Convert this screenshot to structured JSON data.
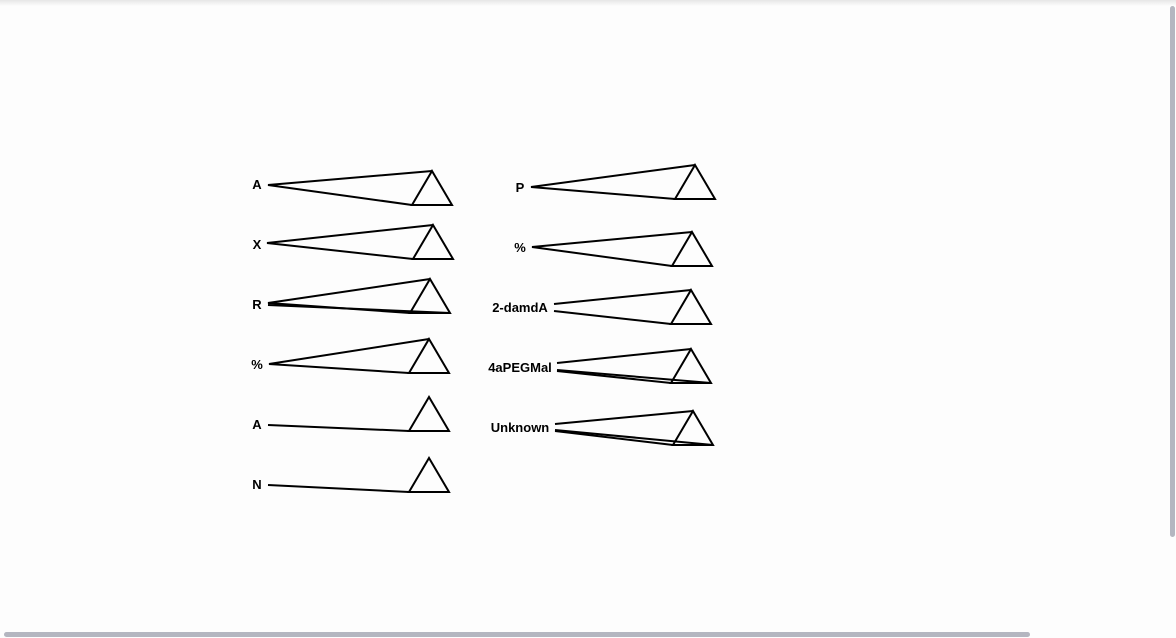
{
  "diagram": {
    "left_column": [
      {
        "label": "A"
      },
      {
        "label": "X"
      },
      {
        "label": "R"
      },
      {
        "label": "%"
      },
      {
        "label": "A"
      },
      {
        "label": "N"
      }
    ],
    "right_column": [
      {
        "label": "P"
      },
      {
        "label": "%"
      },
      {
        "label": "2-damdA"
      },
      {
        "label": "4aPEGMal"
      },
      {
        "label": "Unknown"
      }
    ]
  }
}
